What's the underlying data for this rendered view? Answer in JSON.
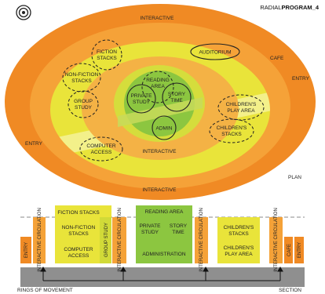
{
  "title": {
    "prefix": "RADIAL",
    "suffix": "PROGRAM_4"
  },
  "plan": {
    "label": "PLAN",
    "ring_labels": {
      "interactive_top": "INTERACTIVE",
      "interactive_mid": "INTERACTIVE",
      "interactive_bottom": "INTERACTIVE",
      "entry_right": "ENTRY",
      "entry_left": "ENTRY",
      "cafe": "CAFE"
    },
    "bubbles": {
      "fiction_1": "FICTION",
      "fiction_2": "STACKS",
      "nonfiction_1": "NON-FICTION",
      "nonfiction_2": "STACKS",
      "group_1": "GROUP",
      "group_2": "STUDY",
      "computer_1": "COMPUTER",
      "computer_2": "ACCESS",
      "auditorium": "AUDITORIUM",
      "reading_1": "READING",
      "reading_2": "AREA",
      "private_1": "PRIVATE",
      "private_2": "STUDY",
      "story_1": "STORY",
      "story_2": "TIME",
      "admin": "ADMIN",
      "childplay_1": "CHILDREN'S",
      "childplay_2": "PLAY AREA",
      "childstack_1": "CHILDREN'S",
      "childstack_2": "STACKS"
    }
  },
  "section": {
    "label": "SECTION",
    "movement_label": "RINGS OF MOVEMENT",
    "entry_left": "ENTRY",
    "circ_1": "INTERACTIVE CIRCULATION",
    "group_study": "GROUP STUDY",
    "circ_2": "INTERACTIVE CIRCULATION",
    "circ_3": "INTERACTIVE CIRCULATION",
    "circ_4": "INTERACTIVE CIRCULATION",
    "cafe_entry_1": "CAFE",
    "cafe_entry_2": "ENTRY",
    "stacks_block": {
      "line1": "FICTION STACKS",
      "line2a": "NON-FICTION",
      "line2b": "STACKS",
      "line3a": "COMPUTER",
      "line3b": "ACCESS"
    },
    "center_block": {
      "reading": "READING AREA",
      "private_a": "PRIVATE",
      "private_b": "STUDY",
      "story_a": "STORY",
      "story_b": "TIME",
      "admin": "ADMINISTRATION"
    },
    "children_block": {
      "a1": "CHILDREN'S",
      "a2": "STACKS",
      "b1": "CHILDREN'S",
      "b2": "PLAY AREA"
    }
  },
  "colors": {
    "outer_ring": "#f08a24",
    "ring_2": "#f5a238",
    "ring_yellow": "#e9e43a",
    "ring_lime": "#d1da38",
    "center_green": "#8cc640",
    "band_light": "#f3f08a"
  }
}
